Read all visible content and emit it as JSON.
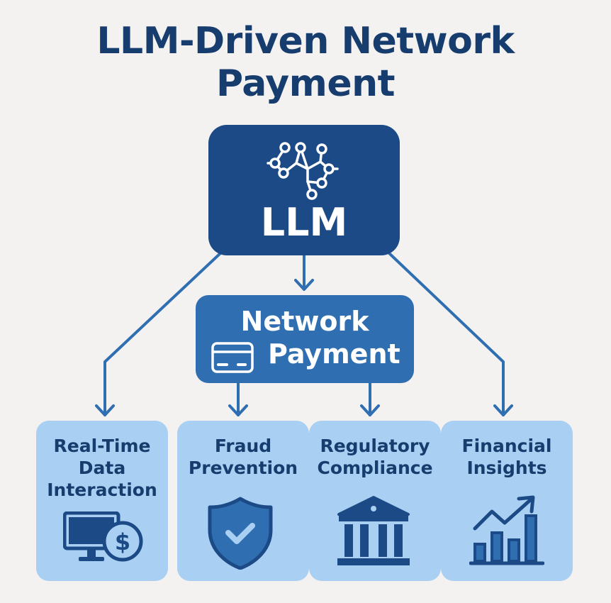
{
  "title": {
    "line1": "LLM-Driven Network",
    "line2": "Payment"
  },
  "llm": {
    "label": "LLM",
    "icon": "neural-network-icon"
  },
  "payment": {
    "line1": "Network",
    "line2": "Payment",
    "icon": "credit-card-icon"
  },
  "categories": [
    {
      "lines": [
        "Real-Time",
        "Data",
        "Interaction"
      ],
      "icon": "monitor-dollar-icon",
      "icon_symbol": "$"
    },
    {
      "lines": [
        "Fraud",
        "Prevention"
      ],
      "icon": "shield-check-icon"
    },
    {
      "lines": [
        "Regulatory",
        "Compliance"
      ],
      "icon": "bank-building-icon"
    },
    {
      "lines": [
        "Financial",
        "Insights"
      ],
      "icon": "bar-chart-trend-icon"
    }
  ],
  "colors": {
    "background": "#f3f2f1",
    "title": "#173d6e",
    "llm_box": "#1b4a86",
    "payment_box": "#2f6fb1",
    "category_box": "#a9d0f2",
    "connector": "#2f6fb1",
    "icon": "#1b4a86"
  }
}
